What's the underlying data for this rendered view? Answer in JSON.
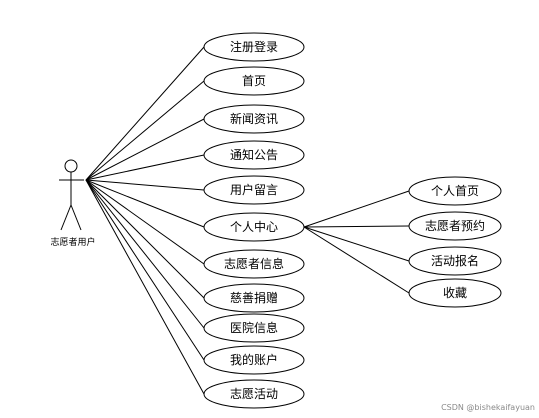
{
  "actor": {
    "label": "志愿者用户"
  },
  "use_cases": [
    "注册登录",
    "首页",
    "新闻资讯",
    "通知公告",
    "用户留言",
    "个人中心",
    "志愿者信息",
    "慈善捐赠",
    "医院信息",
    "我的账户",
    "志愿活动"
  ],
  "sub_cases": {
    "parent_index": 5,
    "items": [
      "个人首页",
      "志愿者预约",
      "活动报名",
      "收藏"
    ]
  },
  "watermark": "CSDN @bishekaifayuan",
  "colors": {
    "stroke": "#000000",
    "background": "#ffffff",
    "watermark": "#8a8a8a"
  }
}
